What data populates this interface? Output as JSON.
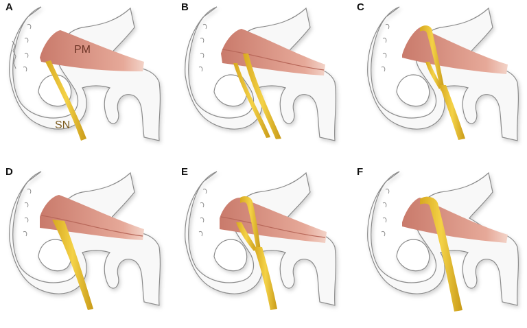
{
  "figure": {
    "panels": [
      {
        "id": "A",
        "label": "A",
        "variant": "undivided nerve below muscle",
        "annotations": {
          "muscle": "PM",
          "nerve": "SN"
        }
      },
      {
        "id": "B",
        "label": "B",
        "variant": "divided nerve: one branch through muscle, one below"
      },
      {
        "id": "C",
        "label": "C",
        "variant": "divided nerve: one branch above, one through muscle"
      },
      {
        "id": "D",
        "label": "D",
        "variant": "undivided nerve through muscle"
      },
      {
        "id": "E",
        "label": "E",
        "variant": "divided nerve: one branch above, one through muscle (split muscle)"
      },
      {
        "id": "F",
        "label": "F",
        "variant": "undivided nerve above muscle"
      }
    ],
    "annotations": {
      "muscle_abbrev": "PM",
      "nerve_abbrev": "SN"
    },
    "colors": {
      "muscle": "#d98f80",
      "muscle_light": "#f1c9bd",
      "muscle_dark": "#b8685a",
      "nerve": "#e8c032",
      "nerve_dark": "#c99a1a",
      "bone_outline": "#8a8a8a",
      "bone_fill": "#f7f7f7",
      "pm_text": "#6b3325",
      "sn_text": "#7a5a1e"
    }
  }
}
